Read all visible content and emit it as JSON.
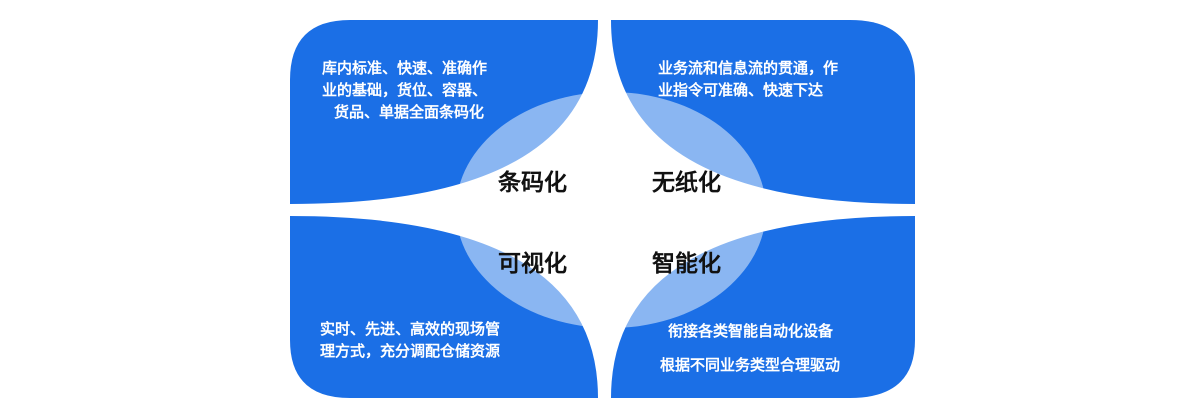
{
  "colors": {
    "quadrant_fill": "#1b6fe6",
    "center_fill": "#8ab6f2",
    "gap": "#ffffff",
    "label_text": "#111111",
    "body_text": "#ffffff"
  },
  "quadrants": {
    "top_left": {
      "label": "条码化",
      "lines": [
        "库内标准、快速、准确作",
        "业的基础，货位、容器、",
        "货品、单据全面条码化"
      ]
    },
    "top_right": {
      "label": "无纸化",
      "lines": [
        "业务流和信息流的贯通，作",
        "业指令可准确、快速下达"
      ]
    },
    "bottom_left": {
      "label": "可视化",
      "lines": [
        "实时、先进、高效的现场管",
        "理方式，充分调配仓储资源"
      ]
    },
    "bottom_right": {
      "label": "智能化",
      "lines": [
        "衔接各类智能自动化设备",
        "根据不同业务类型合理驱动"
      ]
    }
  }
}
